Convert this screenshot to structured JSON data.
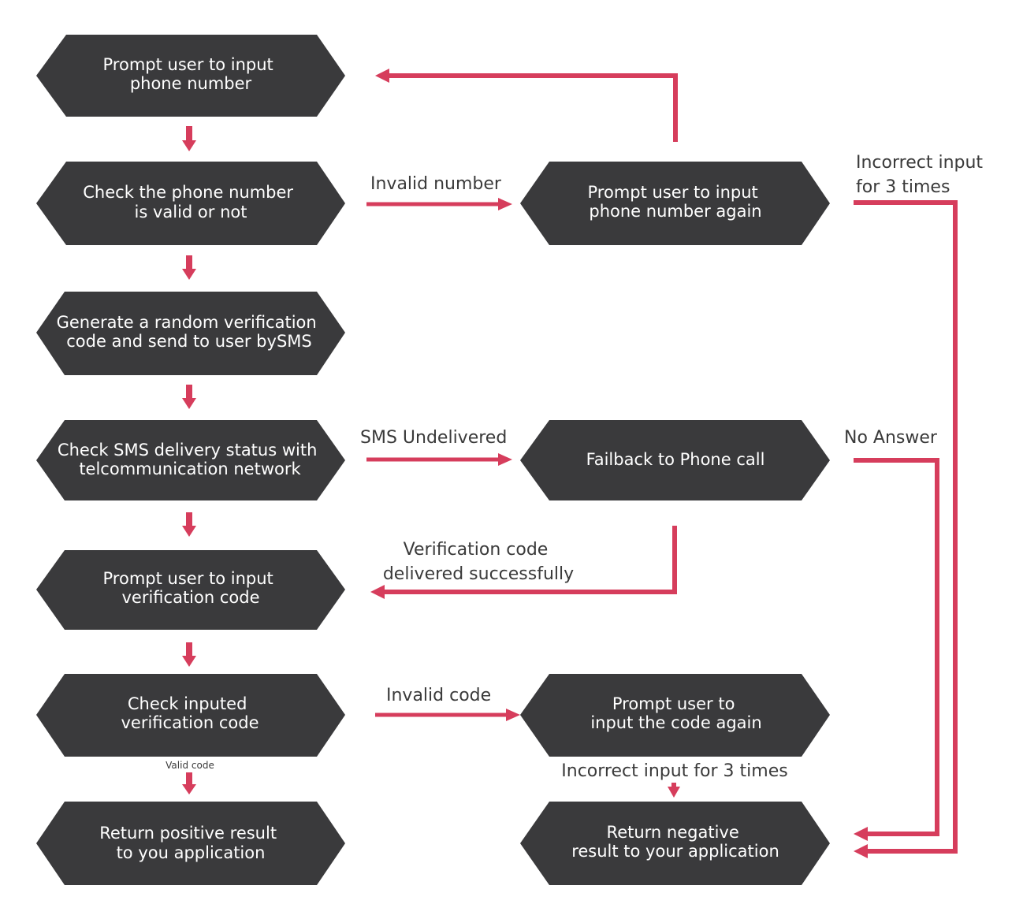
{
  "colors": {
    "node_fill": "#3a3a3c",
    "node_text": "#ffffff",
    "arrow": "#d63d5c",
    "label_text": "#3a3a3a"
  },
  "nodes": {
    "prompt_phone": {
      "line1": "Prompt user to input",
      "line2": "phone number"
    },
    "check_phone": {
      "line1": "Check the phone number",
      "line2": "is valid or not"
    },
    "generate_code": {
      "line1": "Generate a random verification",
      "line2": "code and send to user  bySMS"
    },
    "check_sms": {
      "line1": "Check SMS delivery status with",
      "line2": "telcommunication network"
    },
    "prompt_code": {
      "line1": "Prompt user to input",
      "line2": "verification code"
    },
    "check_code": {
      "line1": "Check inputed",
      "line2": "verification code"
    },
    "return_positive": {
      "line1": "Return positive result",
      "line2": "to you application"
    },
    "prompt_phone_again": {
      "line1": "Prompt user to input",
      "line2": "phone number again"
    },
    "fallback_call": {
      "line1": "Failback to Phone call"
    },
    "prompt_code_again": {
      "line1": "Prompt user to",
      "line2": "input the code again"
    },
    "return_negative": {
      "line1": "Return negative",
      "line2": "result to your application"
    }
  },
  "labels": {
    "invalid_number": "Invalid number",
    "incorrect_3_times_top_line1": "Incorrect input",
    "incorrect_3_times_top_line2": "for 3 times",
    "sms_undelivered": "SMS Undelivered",
    "no_answer": "No Answer",
    "code_delivered_line1": "Verification code",
    "code_delivered_line2": "delivered successfully",
    "invalid_code": "Invalid code",
    "valid_code": "Valid code",
    "incorrect_3_times_bottom": "Incorrect input for 3 times"
  }
}
